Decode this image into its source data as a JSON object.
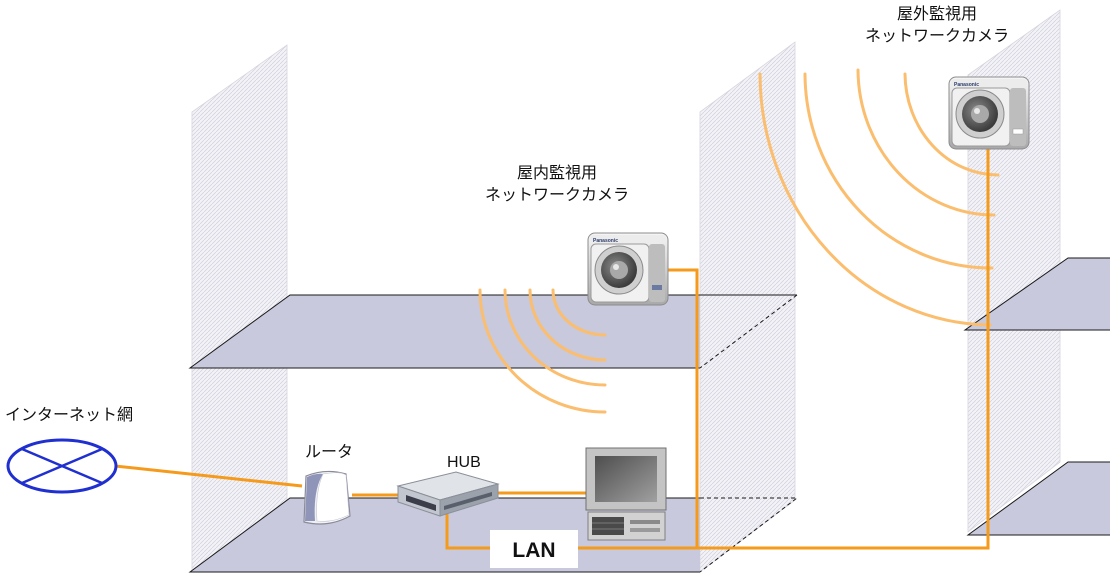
{
  "labels": {
    "outdoor_camera_line1": "屋外監視用",
    "outdoor_camera_line2": "ネットワークカメラ",
    "indoor_camera_line1": "屋内監視用",
    "indoor_camera_line2": "ネットワークカメラ",
    "internet": "インターネット網",
    "router": "ルータ",
    "hub": "HUB",
    "lan": "LAN"
  },
  "camera_brand": "Panasonic",
  "colors": {
    "cable": "#f59a1a",
    "signal": "#fbbd6e",
    "internet": "#1f2fd0",
    "floor": "#c8c9dc"
  }
}
